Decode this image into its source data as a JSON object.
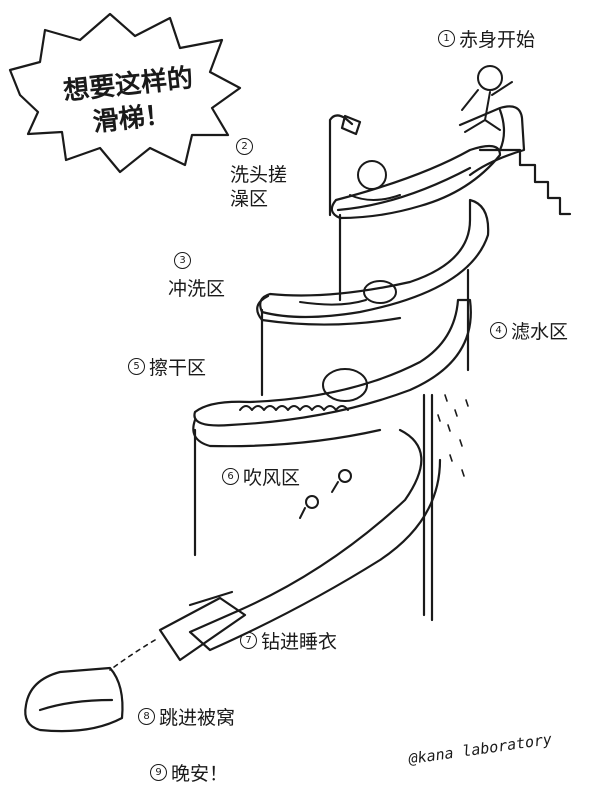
{
  "title": {
    "line1": "想要这样的",
    "line2": "滑梯！"
  },
  "steps": [
    {
      "num": "1",
      "text": "赤身开始"
    },
    {
      "num": "2",
      "text_line1": "洗头搓",
      "text_line2": "澡区"
    },
    {
      "num": "3",
      "text": "冲洗区"
    },
    {
      "num": "4",
      "text": "滤水区"
    },
    {
      "num": "5",
      "text": "擦干区"
    },
    {
      "num": "6",
      "text": "吹风区"
    },
    {
      "num": "7",
      "text": "钻进睡衣"
    },
    {
      "num": "8",
      "text": "跳进被窝"
    },
    {
      "num": "9",
      "text": "晚安！"
    }
  ],
  "credit": "@kana laboratory"
}
